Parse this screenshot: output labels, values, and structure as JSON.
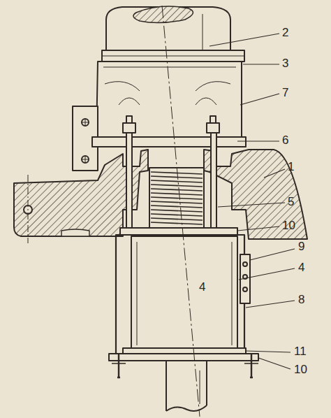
{
  "diagram": {
    "labels": [
      "2",
      "3",
      "7",
      "6",
      "1",
      "5",
      "10",
      "9",
      "4",
      "8",
      "11",
      "10",
      "4"
    ]
  }
}
